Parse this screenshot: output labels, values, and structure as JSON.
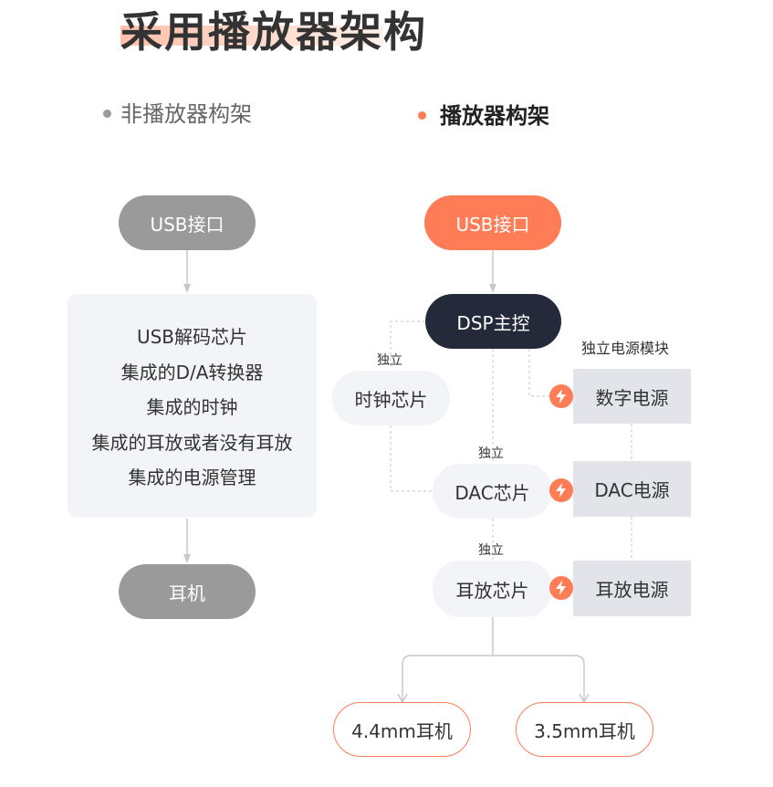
{
  "title": "采用播放器架构",
  "left_column": {
    "heading": "非播放器构架",
    "usb": "USB接口",
    "features": [
      "USB解码芯片",
      "集成的D/A转换器",
      "集成的时钟",
      "集成的耳放或者没有耳放",
      "集成的电源管理"
    ],
    "output": "耳机"
  },
  "right_column": {
    "heading": "播放器构架",
    "usb": "USB接口",
    "dsp": "DSP主控",
    "clock_chip": "时钟芯片",
    "dac_chip": "DAC芯片",
    "amp_chip": "耳放芯片",
    "independent": "独立",
    "power_module_label": "独立电源模块",
    "power_digital": "数字电源",
    "power_dac": "DAC电源",
    "power_amp": "耳放电源",
    "output_44": "4.4mm耳机",
    "output_35": "3.5mm耳机"
  },
  "colors": {
    "accent": "#ff7d56",
    "gray": "#9a9a9a",
    "dark": "#252a3a",
    "light_bg": "#f3f4f7",
    "power_bg": "#e2e4ea"
  }
}
